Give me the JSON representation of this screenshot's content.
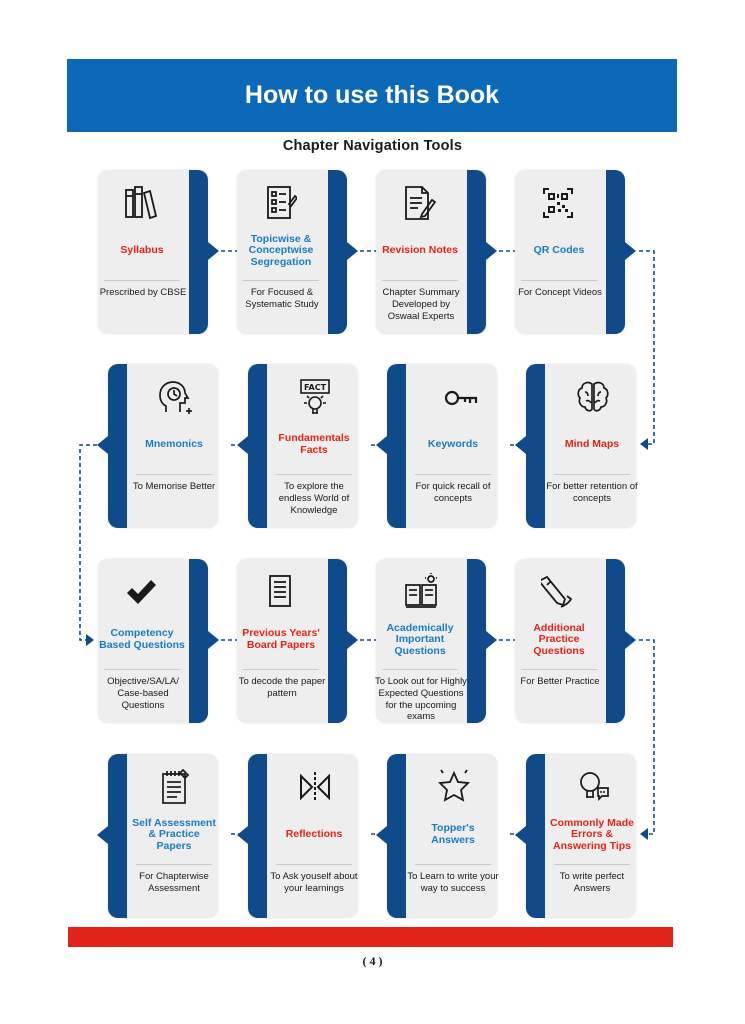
{
  "header": {
    "title": "How to use this Book"
  },
  "section": {
    "subtitle": "Chapter Navigation Tools"
  },
  "colors": {
    "banner": "#0b69b7",
    "strip": "#0f4a8a",
    "title_red": "#e2231a",
    "title_blue": "#1a7cc1",
    "footer_bar": "#e2231a"
  },
  "cards": [
    {
      "title": "Syllabus",
      "desc": "Prescribed by CBSE",
      "icon": "books-icon",
      "color": "red"
    },
    {
      "title": "Topicwise & Conceptwise Segregation",
      "desc": "For Focused & Systematic Study",
      "icon": "checklist-icon",
      "color": "blue"
    },
    {
      "title": "Revision Notes",
      "desc": "Chapter Summary Developed by Oswaal Experts",
      "icon": "notes-pen-icon",
      "color": "red"
    },
    {
      "title": "QR Codes",
      "desc": "For Concept Videos",
      "icon": "qr-code-icon",
      "color": "blue"
    },
    {
      "title": "Mnemonics",
      "desc": "To Memorise Better",
      "icon": "head-clock-icon",
      "color": "blue"
    },
    {
      "title": "Fundamentals Facts",
      "desc": "To explore the endless World of Knowledge",
      "icon": "fact-bulb-icon",
      "color": "red"
    },
    {
      "title": "Keywords",
      "desc": "For quick recall of concepts",
      "icon": "key-icon",
      "color": "blue"
    },
    {
      "title": "Mind Maps",
      "desc": "For better retention of concepts",
      "icon": "brain-icon",
      "color": "red"
    },
    {
      "title": "Competency Based Questions",
      "desc": "Objective/SA/LA/ Case-based Questions",
      "icon": "check-mark-icon",
      "color": "blue"
    },
    {
      "title": "Previous Years' Board Papers",
      "desc": "To decode the paper pattern",
      "icon": "paper-icon",
      "color": "red"
    },
    {
      "title": "Academically Important Questions",
      "desc": "To Look out for Highly Expected Questions for the upcoming exams",
      "icon": "open-book-icon",
      "color": "blue"
    },
    {
      "title": "Additional Practice Questions",
      "desc": "For Better Practice",
      "icon": "pencil-hand-icon",
      "color": "red"
    },
    {
      "title": "Self Assessment & Practice Papers",
      "desc": "For Chapterwise Assessment",
      "icon": "notepad-icon",
      "color": "blue"
    },
    {
      "title": "Reflections",
      "desc": "To Ask youself about your learnings",
      "icon": "mirror-icon",
      "color": "red"
    },
    {
      "title": "Topper's Answers",
      "desc": "To Learn to write your way to success",
      "icon": "star-icon",
      "color": "blue"
    },
    {
      "title": "Commonly Made Errors & Answering Tips",
      "desc": "To write perfect Answers",
      "icon": "bulb-chat-icon",
      "color": "red"
    }
  ],
  "footer": {
    "page_number": "( 4 )"
  }
}
